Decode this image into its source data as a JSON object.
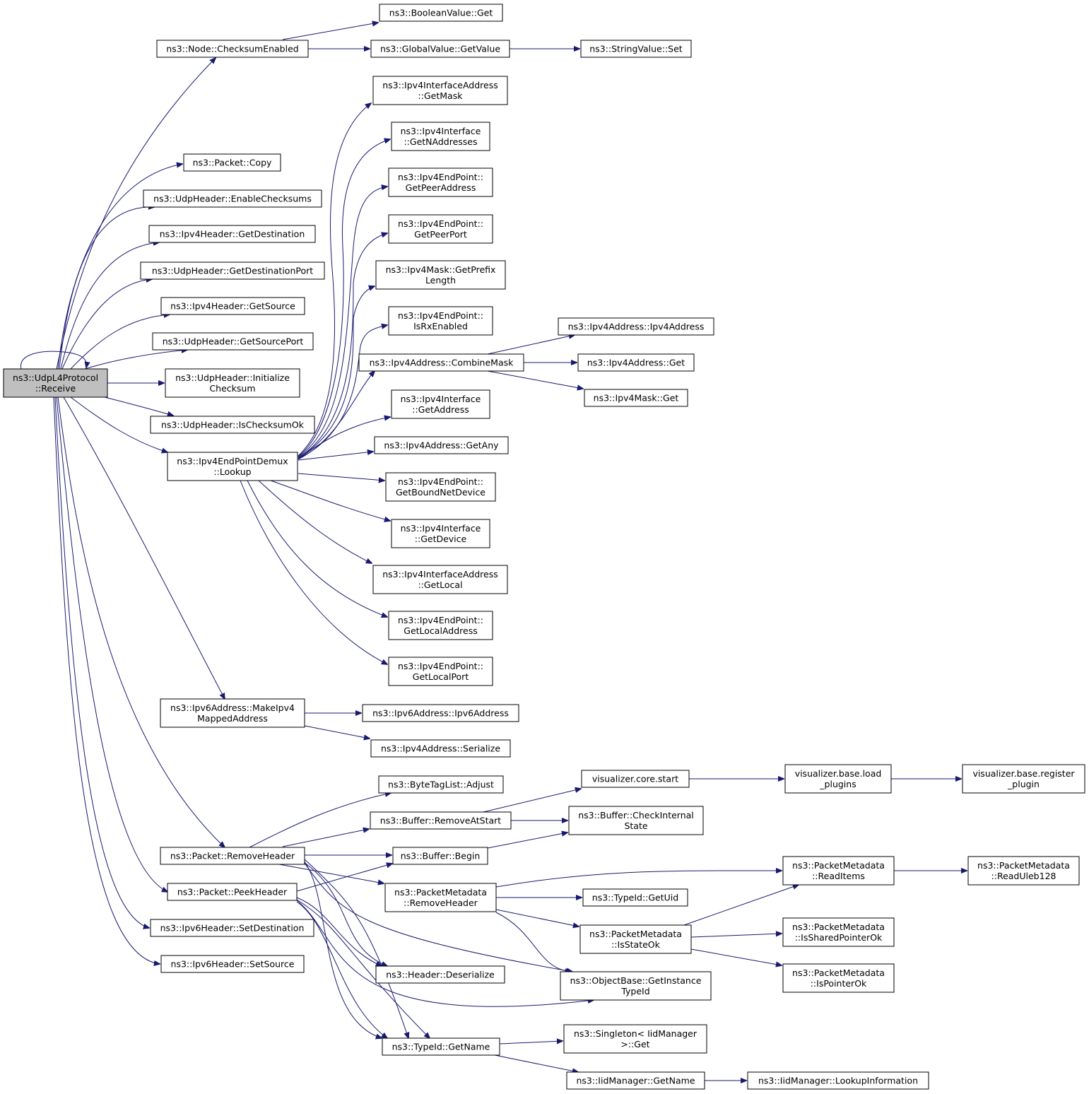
{
  "colors": {
    "edge": "#191970",
    "node_border": "#000000",
    "root_fill": "#bfbfbf",
    "node_fill": "#ffffff"
  },
  "nodes": [
    {
      "id": "root",
      "lines": [
        "ns3::UdpL4Protocol",
        "::Receive"
      ]
    },
    {
      "id": "checksum_enabled",
      "lines": [
        "ns3::Node::ChecksumEnabled"
      ]
    },
    {
      "id": "boolean_get",
      "lines": [
        "ns3::BooleanValue::Get"
      ]
    },
    {
      "id": "globalvalue_getvalue",
      "lines": [
        "ns3::GlobalValue::GetValue"
      ]
    },
    {
      "id": "stringvalue_set",
      "lines": [
        "ns3::StringValue::Set"
      ]
    },
    {
      "id": "packet_copy",
      "lines": [
        "ns3::Packet::Copy"
      ]
    },
    {
      "id": "udp_enable_checksums",
      "lines": [
        "ns3::UdpHeader::EnableChecksums"
      ]
    },
    {
      "id": "ipv4h_get_destination",
      "lines": [
        "ns3::Ipv4Header::GetDestination"
      ]
    },
    {
      "id": "udp_get_dest_port",
      "lines": [
        "ns3::UdpHeader::GetDestinationPort"
      ]
    },
    {
      "id": "ipv4h_get_source",
      "lines": [
        "ns3::Ipv4Header::GetSource"
      ]
    },
    {
      "id": "udp_get_source_port",
      "lines": [
        "ns3::UdpHeader::GetSourcePort"
      ]
    },
    {
      "id": "udp_initialize_checksum",
      "lines": [
        "ns3::UdpHeader::Initialize",
        "Checksum"
      ]
    },
    {
      "id": "udp_is_checksum_ok",
      "lines": [
        "ns3::UdpHeader::IsChecksumOk"
      ]
    },
    {
      "id": "demux_lookup",
      "lines": [
        "ns3::Ipv4EndPointDemux",
        "::Lookup"
      ]
    },
    {
      "id": "ifaddr_getmask",
      "lines": [
        "ns3::Ipv4InterfaceAddress",
        "::GetMask"
      ]
    },
    {
      "id": "iface_getnaddresses",
      "lines": [
        "ns3::Ipv4Interface",
        "::GetNAddresses"
      ]
    },
    {
      "id": "ep_getpeeraddress",
      "lines": [
        "ns3::Ipv4EndPoint::",
        "GetPeerAddress"
      ]
    },
    {
      "id": "ep_getpeerport",
      "lines": [
        "ns3::Ipv4EndPoint::",
        "GetPeerPort"
      ]
    },
    {
      "id": "mask_getprefixlength",
      "lines": [
        "ns3::Ipv4Mask::GetPrefix",
        "Length"
      ]
    },
    {
      "id": "ep_isrxenabled",
      "lines": [
        "ns3::Ipv4EndPoint::",
        "IsRxEnabled"
      ]
    },
    {
      "id": "addr_ipv4address",
      "lines": [
        "ns3::Ipv4Address::Ipv4Address"
      ]
    },
    {
      "id": "addr_combinemask",
      "lines": [
        "ns3::Ipv4Address::CombineMask"
      ]
    },
    {
      "id": "addr_get",
      "lines": [
        "ns3::Ipv4Address::Get"
      ]
    },
    {
      "id": "mask_get",
      "lines": [
        "ns3::Ipv4Mask::Get"
      ]
    },
    {
      "id": "iface_getaddress",
      "lines": [
        "ns3::Ipv4Interface",
        "::GetAddress"
      ]
    },
    {
      "id": "addr_getany",
      "lines": [
        "ns3::Ipv4Address::GetAny"
      ]
    },
    {
      "id": "ep_getboundnetdevice",
      "lines": [
        "ns3::Ipv4EndPoint::",
        "GetBoundNetDevice"
      ]
    },
    {
      "id": "iface_getdevice",
      "lines": [
        "ns3::Ipv4Interface",
        "::GetDevice"
      ]
    },
    {
      "id": "ifaddr_getlocal",
      "lines": [
        "ns3::Ipv4InterfaceAddress",
        "::GetLocal"
      ]
    },
    {
      "id": "ep_getlocaladdress",
      "lines": [
        "ns3::Ipv4EndPoint::",
        "GetLocalAddress"
      ]
    },
    {
      "id": "ep_getlocalport",
      "lines": [
        "ns3::Ipv4EndPoint::",
        "GetLocalPort"
      ]
    },
    {
      "id": "ipv6_makeipv4mapped",
      "lines": [
        "ns3::Ipv6Address::MakeIpv4",
        "MappedAddress"
      ]
    },
    {
      "id": "ipv6_ipv6address",
      "lines": [
        "ns3::Ipv6Address::Ipv6Address"
      ]
    },
    {
      "id": "addr_serialize",
      "lines": [
        "ns3::Ipv4Address::Serialize"
      ]
    },
    {
      "id": "viz_core_start",
      "lines": [
        "visualizer.core.start"
      ]
    },
    {
      "id": "viz_load_plugins",
      "lines": [
        "visualizer.base.load",
        "_plugins"
      ]
    },
    {
      "id": "viz_register_plugin",
      "lines": [
        "visualizer.base.register",
        "_plugin"
      ]
    },
    {
      "id": "bytetaglist_adjust",
      "lines": [
        "ns3::ByteTagList::Adjust"
      ]
    },
    {
      "id": "buffer_removeatstart",
      "lines": [
        "ns3::Buffer::RemoveAtStart"
      ]
    },
    {
      "id": "buffer_checkinternalstate",
      "lines": [
        "ns3::Buffer::CheckInternal",
        "State"
      ]
    },
    {
      "id": "packet_removeheader",
      "lines": [
        "ns3::Packet::RemoveHeader"
      ]
    },
    {
      "id": "buffer_begin",
      "lines": [
        "ns3::Buffer::Begin"
      ]
    },
    {
      "id": "pm_readitems",
      "lines": [
        "ns3::PacketMetadata",
        "::ReadItems"
      ]
    },
    {
      "id": "pm_readuleb128",
      "lines": [
        "ns3::PacketMetadata",
        "::ReadUleb128"
      ]
    },
    {
      "id": "packet_peekheader",
      "lines": [
        "ns3::Packet::PeekHeader"
      ]
    },
    {
      "id": "pm_removeheader",
      "lines": [
        "ns3::PacketMetadata",
        "::RemoveHeader"
      ]
    },
    {
      "id": "typeid_getuid",
      "lines": [
        "ns3::TypeId::GetUid"
      ]
    },
    {
      "id": "ipv6h_setdestination",
      "lines": [
        "ns3::Ipv6Header::SetDestination"
      ]
    },
    {
      "id": "pm_isstateok",
      "lines": [
        "ns3::PacketMetadata",
        "::IsStateOk"
      ]
    },
    {
      "id": "pm_issharedpointerok",
      "lines": [
        "ns3::PacketMetadata",
        "::IsSharedPointerOk"
      ]
    },
    {
      "id": "ipv6h_setsource",
      "lines": [
        "ns3::Ipv6Header::SetSource"
      ]
    },
    {
      "id": "header_deserialize",
      "lines": [
        "ns3::Header::Deserialize"
      ]
    },
    {
      "id": "objectbase_getinstancetypeid",
      "lines": [
        "ns3::ObjectBase::GetInstance",
        "TypeId"
      ]
    },
    {
      "id": "pm_ispointerok",
      "lines": [
        "ns3::PacketMetadata",
        "::IsPointerOk"
      ]
    },
    {
      "id": "singleton_get",
      "lines": [
        "ns3::Singleton< IidManager",
        ">::Get"
      ]
    },
    {
      "id": "typeid_getname",
      "lines": [
        "ns3::TypeId::GetName"
      ]
    },
    {
      "id": "iidmanager_getname",
      "lines": [
        "ns3::IidManager::GetName"
      ]
    },
    {
      "id": "iidmanager_lookupinformation",
      "lines": [
        "ns3::IidManager::LookupInformation"
      ]
    }
  ]
}
